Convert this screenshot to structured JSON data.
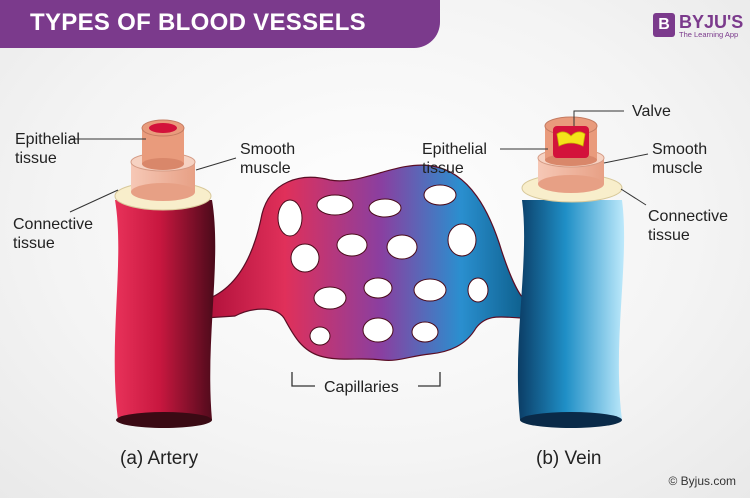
{
  "header": {
    "title": "TYPES OF BLOOD VESSELS"
  },
  "logo": {
    "badge": "B",
    "name": "BYJU'S",
    "tagline": "The Learning App"
  },
  "labels": {
    "artery_epithelial": "Epithelial\ntissue",
    "artery_smooth": "Smooth\nmuscle",
    "artery_connective": "Connective\ntissue",
    "vein_valve": "Valve",
    "vein_epithelial": "Epithelial\ntissue",
    "vein_smooth": "Smooth\nmuscle",
    "vein_connective": "Connective\ntissue",
    "capillaries": "Capillaries"
  },
  "captions": {
    "artery": "(a) Artery",
    "vein": "(b) Vein"
  },
  "copyright": "© Byjus.com",
  "colors": {
    "brand": "#7b3a8c",
    "artery": "#c8173f",
    "vein": "#1f9fd0",
    "muscle": "#f0b49c",
    "connective": "#f8eecb"
  }
}
